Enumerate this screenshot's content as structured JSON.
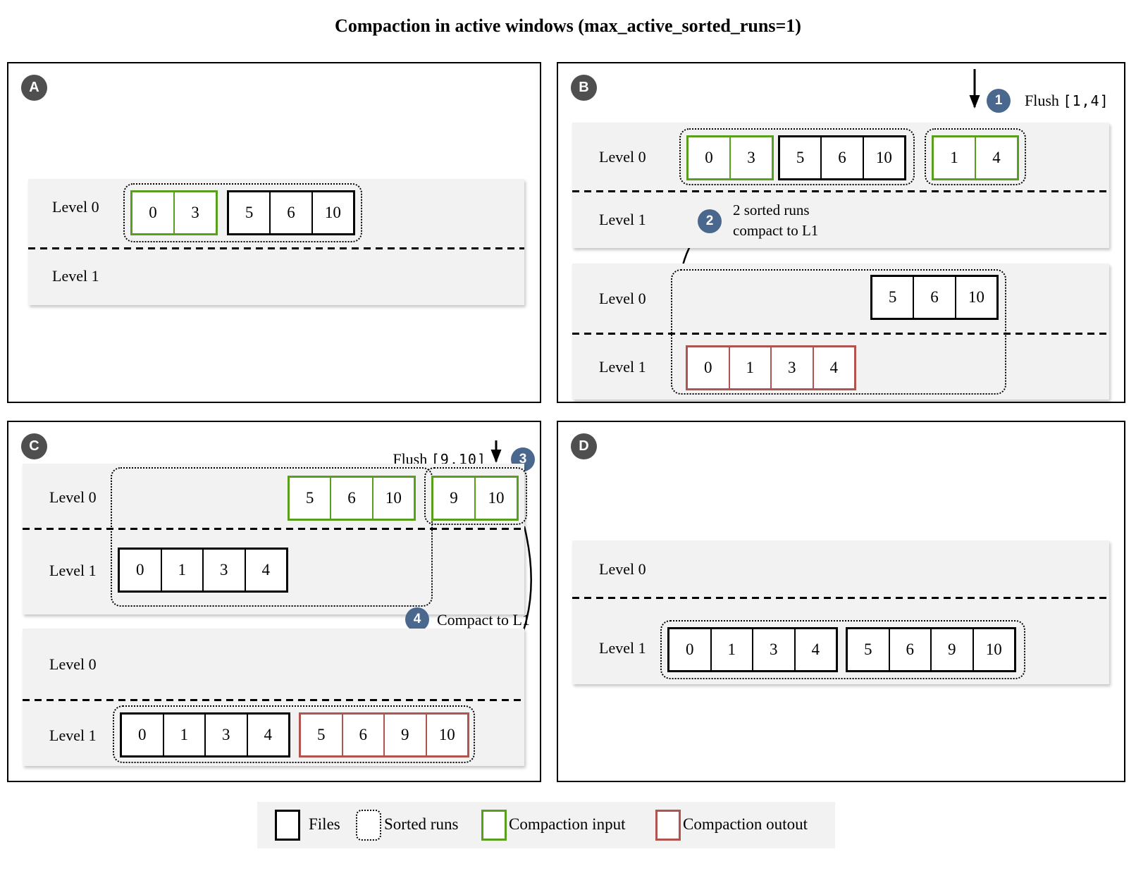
{
  "title": "Compaction in active windows (max_active_sorted_runs=1)",
  "levels": {
    "l0": "Level 0",
    "l1": "Level 1"
  },
  "colors": {
    "panel_badge": "#4f4f4f",
    "band_bg": "#f2f2f2",
    "step_circle": "#4a688e",
    "compaction_input": "#5a9e1e",
    "compaction_output": "#b05450",
    "files": "#000000"
  },
  "a": {
    "badge": "A",
    "run03": [
      "0",
      "3"
    ],
    "run5610": [
      "5",
      "6",
      "10"
    ]
  },
  "b": {
    "badge": "B",
    "step1": "1",
    "flush_label": "Flush",
    "flush_code": "[1,4]",
    "step2": "2",
    "note_line1": "2 sorted runs",
    "note_line2": "compact to L1",
    "s1_run03": [
      "0",
      "3"
    ],
    "s1_run5610": [
      "5",
      "6",
      "10"
    ],
    "s1_run14": [
      "1",
      "4"
    ],
    "s2_run5610": [
      "5",
      "6",
      "10"
    ],
    "s2_run0134": [
      "0",
      "1",
      "3",
      "4"
    ]
  },
  "c": {
    "badge": "C",
    "step3": "3",
    "flush_label": "Flush",
    "flush_code": "[9,10]",
    "step4": "4",
    "compact_label": "Compact to L1",
    "s1_run5610": [
      "5",
      "6",
      "10"
    ],
    "s1_run910": [
      "9",
      "10"
    ],
    "s1_run0134": [
      "0",
      "1",
      "3",
      "4"
    ],
    "s2_run0134": [
      "0",
      "1",
      "3",
      "4"
    ],
    "s2_run56910": [
      "5",
      "6",
      "9",
      "10"
    ]
  },
  "d": {
    "badge": "D",
    "run0134": [
      "0",
      "1",
      "3",
      "4"
    ],
    "run56910": [
      "5",
      "6",
      "9",
      "10"
    ]
  },
  "legend": {
    "files": "Files",
    "sorted_runs": "Sorted runs",
    "compaction_input": "Compaction input",
    "compaction_output": "Compaction outout"
  }
}
